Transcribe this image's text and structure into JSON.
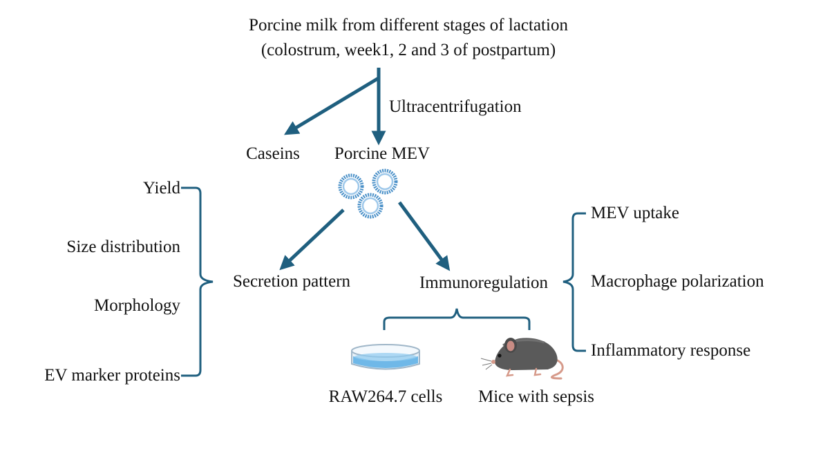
{
  "title": {
    "line1": "Porcine milk from different stages of lactation",
    "line2": "(colostrum, week1, 2 and 3 of postpartum)"
  },
  "process_label": "Ultracentrifugation",
  "products": {
    "caseins": "Caseins",
    "mev": "Porcine MEV"
  },
  "branches": {
    "secretion": "Secretion pattern",
    "immuno": "Immunoregulation"
  },
  "secretion_items": [
    "Yield",
    "Size distribution",
    "Morphology",
    "EV marker proteins"
  ],
  "immuno_items": [
    "MEV uptake",
    "Macrophage polarization",
    "Inflammatory response"
  ],
  "models": {
    "cells": "RAW264.7 cells",
    "mice": "Mice with sepsis"
  },
  "colors": {
    "arrow": "#1f5f7f",
    "vesicle": "#4a90c8",
    "dish_media": "#6fb8e8",
    "mouse_body": "#5a5a5a",
    "mouse_tail": "#d69a8a"
  },
  "icons": [
    "vesicle-icon",
    "petri-dish-icon",
    "mouse-icon"
  ]
}
